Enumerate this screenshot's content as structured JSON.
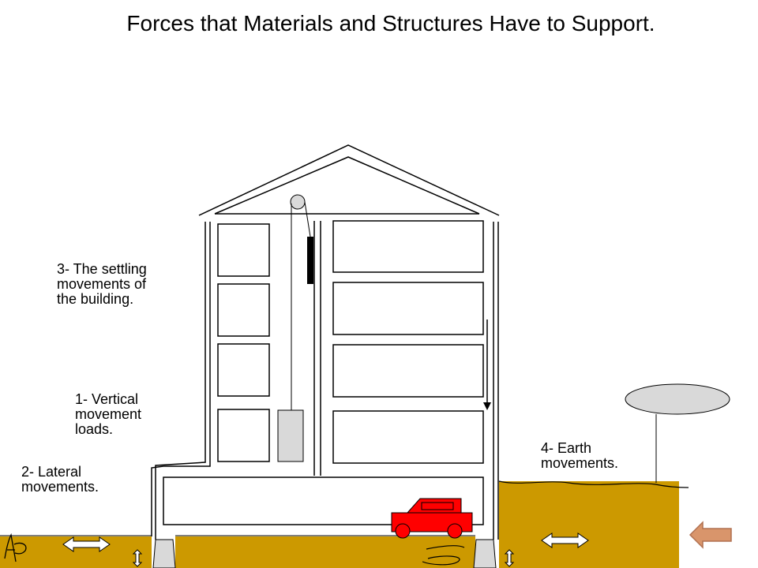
{
  "title": "Forces that Materials and Structures Have to Support.",
  "labels": {
    "settling": [
      "3- The settling",
      "movements of",
      "the building."
    ],
    "vertical": [
      "1- Vertical",
      "movement",
      "loads."
    ],
    "lateral": [
      "2- Lateral",
      "movements."
    ],
    "earth": [
      "4- Earth",
      "movements."
    ]
  },
  "colors": {
    "ground": "#cc9900",
    "car": "#ff0000",
    "back_arrow": "#d9956b",
    "elevator": "#d9d9d9",
    "balloon": "#d9d9d9",
    "outline": "#000000"
  },
  "icons": [
    "house-outline",
    "elevator-pulley",
    "counterweight",
    "elevator-car",
    "load-arrow",
    "car-icon",
    "balloon-icon",
    "double-arrow-icon",
    "back-arrow-icon"
  ]
}
